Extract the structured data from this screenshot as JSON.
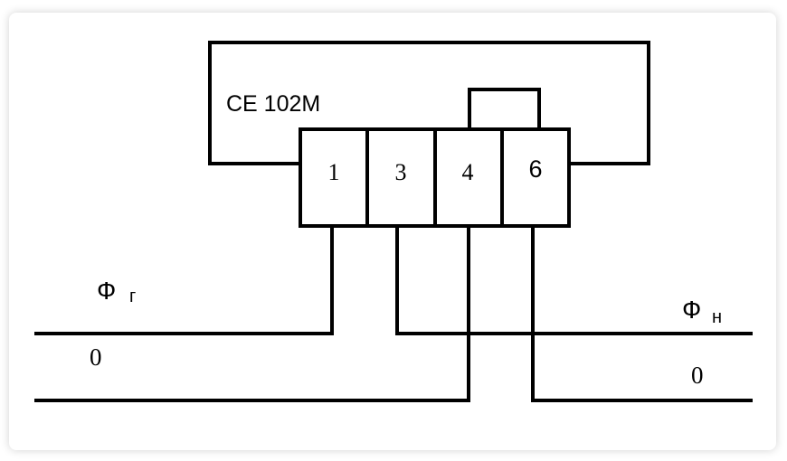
{
  "diagram": {
    "device_label": "CE 102M",
    "terminals": [
      "1",
      "3",
      "4",
      "6"
    ],
    "labels": {
      "phase_generator": "Ф",
      "phase_generator_sub": "г",
      "phase_load": "Ф",
      "phase_load_sub": "н",
      "neutral_in": "0",
      "neutral_out": "0"
    },
    "line_color": "#000000"
  }
}
